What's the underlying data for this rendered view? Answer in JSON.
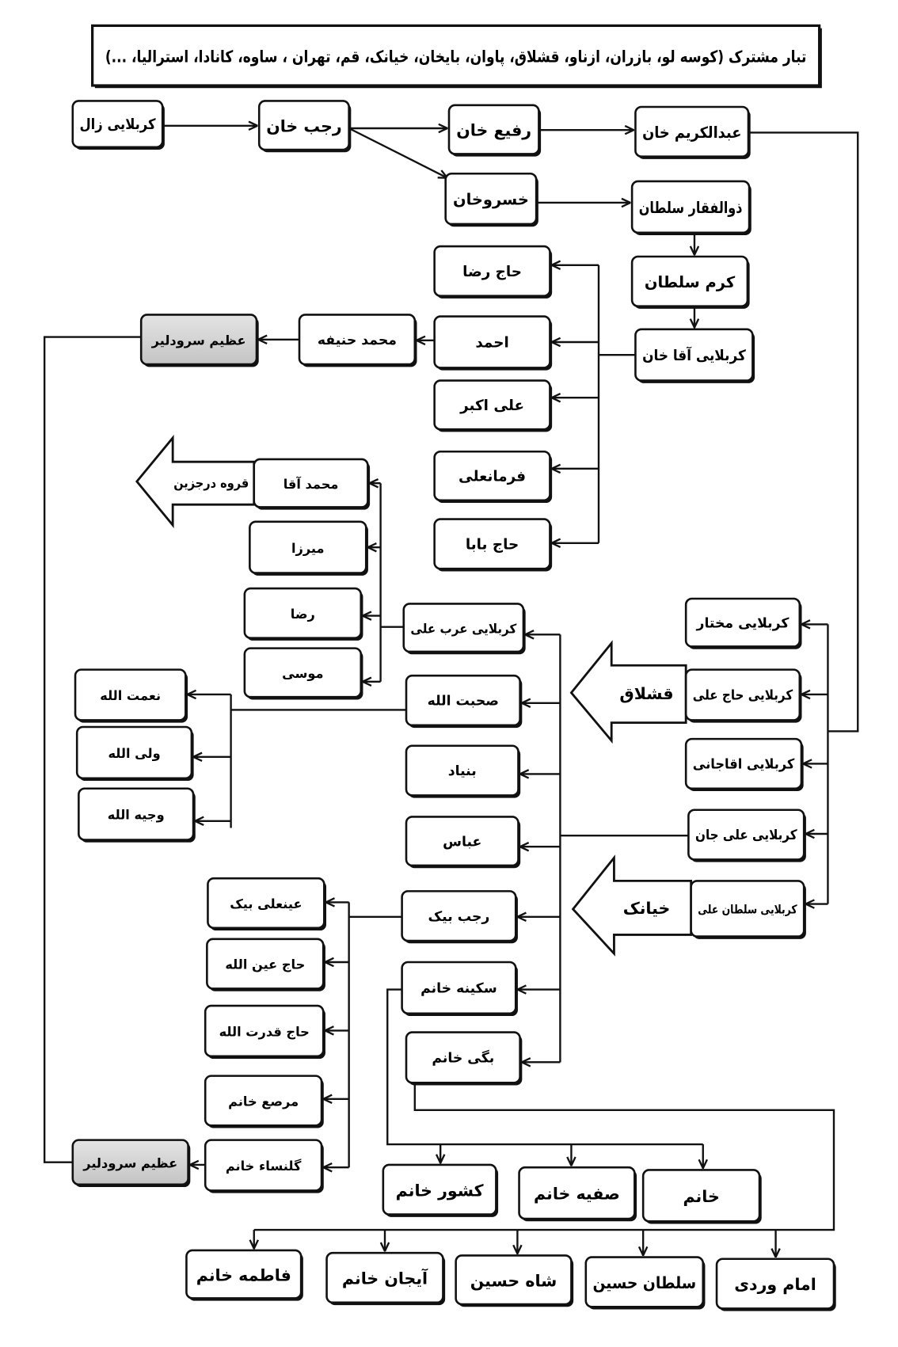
{
  "title": "تبار مشترک (کوسه لو، بازران، ازناو، قشلاق، پاوان، بایخان، خیانک، قم، تهران ، ساوه، کانادا، استرالیا، ...)",
  "colors": {
    "highlight_box": "#c4c4c4",
    "box_fill": "#ffffff",
    "line": "#111111"
  },
  "branches": {
    "qeshlaq": "قشلاق",
    "khayanak": "خیانک",
    "qorveh": "قروه درجزین"
  },
  "people": {
    "zal": "کربلایی زال",
    "rajab_khan": "رجب خان",
    "rafi_khan": "رفیع خان",
    "abdolkarim_khan": "عبدالکریم خان",
    "khosro_khan": "خسروخان",
    "zolfaghar_soltan": "ذوالفقار سلطان",
    "karam_soltan": "کرم سلطان",
    "agha_khan": "کربلایی آقا خان",
    "haj_reza": "حاج رضا",
    "ahmad": "احمد",
    "ali_akbar": "علی اکبر",
    "farmanali": "فرمانعلی",
    "haj_baba": "حاج بابا",
    "mohammad_hanifeh": "محمد حنیفه",
    "azim_1": "عظیم سرودلیر",
    "mokhtar": "کربلایی مختار",
    "haj_ali": "کربلایی حاج علی",
    "aghajani": "کربلایی اقاجانی",
    "ali_jan": "کربلایی علی جان",
    "soltan_ali": "کربلایی سلطان علی",
    "arab_ali": "کربلایی عرب علی",
    "sohbatollah": "صحبت الله",
    "bonyad": "بنیاد",
    "abbas": "عباس",
    "rajab_beyk": "رجب بیک",
    "sakineh": "سکینه خانم",
    "bagi": "بگی خانم",
    "mohammad_agha": "محمد آقا",
    "mirza": "میرزا",
    "reza": "رضا",
    "musa": "موسی",
    "nematollah": "نعمت الله",
    "valiollah": "ولی الله",
    "vajihollah": "وجیه الله",
    "eynali_beyk": "عینعلی بیک",
    "haj_eynollah": "حاج عین الله",
    "haj_ghodratollah": "حاج قدرت الله",
    "morassa": "مرصع خانم",
    "golnesa": "گلنساء خانم",
    "azim_2": "عظیم سرودلیر",
    "keshvar": "کشور خانم",
    "safiyeh": "صفیه خانم",
    "khanom": "خانم",
    "fatemeh": "فاطمه خانم",
    "ayjan": "آیجان خانم",
    "shah_hossein": "شاه حسین",
    "soltan_hossein": "سلطان حسین",
    "emam_verdi": "امام وردی"
  }
}
